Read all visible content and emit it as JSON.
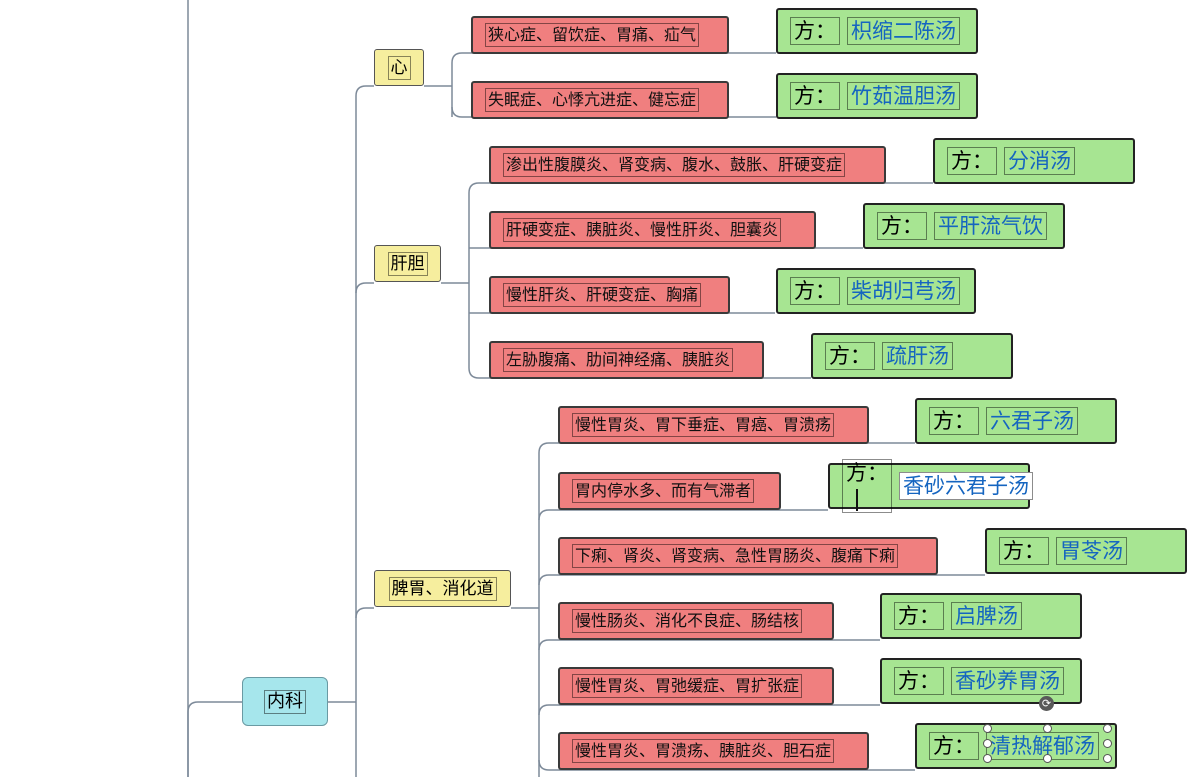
{
  "root": {
    "label": "内科"
  },
  "categories": [
    {
      "label": "心"
    },
    {
      "label": "肝胆"
    },
    {
      "label": "脾胃、消化道"
    }
  ],
  "prefix": "方：",
  "rows": [
    {
      "symptom": "狭心症、留饮症、胃痛、疝气",
      "formula": "枳缩二陈汤"
    },
    {
      "symptom": "失眠症、心悸亢进症、健忘症",
      "formula": "竹茹温胆汤"
    },
    {
      "symptom": "渗出性腹膜炎、肾变病、腹水、鼓胀、肝硬变症",
      "formula": "分消汤"
    },
    {
      "symptom": "肝硬变症、胰脏炎、慢性肝炎、胆囊炎",
      "formula": "平肝流气饮"
    },
    {
      "symptom": "慢性肝炎、肝硬变症、胸痛",
      "formula": "柴胡归芎汤"
    },
    {
      "symptom": "左胁腹痛、肋间神经痛、胰脏炎",
      "formula": "疏肝汤"
    },
    {
      "symptom": "慢性胃炎、胃下垂症、胃癌、胃溃疡",
      "formula": "六君子汤"
    },
    {
      "symptom": "胃内停水多、而有气滞者",
      "formula": "香砂六君子汤"
    },
    {
      "symptom": "下痢、肾炎、肾变病、急性胃肠炎、腹痛下痢",
      "formula": "胃苓汤"
    },
    {
      "symptom": "慢性肠炎、消化不良症、肠结核",
      "formula": "启脾汤"
    },
    {
      "symptom": "慢性胃炎、胃弛缓症、胃扩张症",
      "formula": "香砂养胃汤"
    },
    {
      "symptom": "慢性胃炎、胃溃疡、胰脏炎、胆石症",
      "formula": "清热解郁汤"
    }
  ],
  "colors": {
    "root_fill": "#a6e6ec",
    "category_fill": "#f6ee9e",
    "symptom_fill": "#f07f7f",
    "formula_fill": "#a7e592",
    "formula_text": "#1565c0",
    "connector": "#7d8a99"
  },
  "icons": {
    "rotate_handle": "rotate-icon"
  }
}
